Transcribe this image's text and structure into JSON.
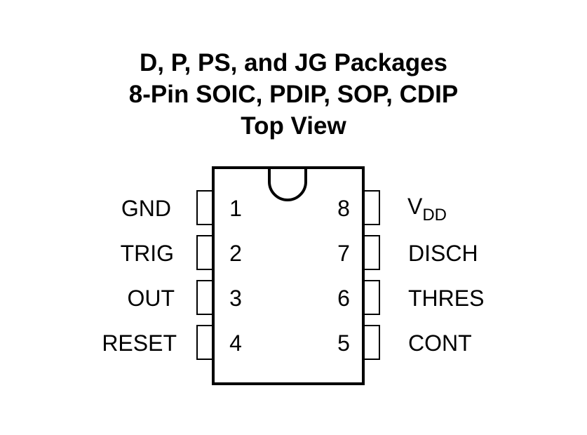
{
  "title": {
    "line1": "D, P, PS, and JG Packages",
    "line2": "8-Pin SOIC, PDIP, SOP, CDIP",
    "line3": "Top View"
  },
  "pins_left": [
    {
      "number": "1",
      "name": "GND"
    },
    {
      "number": "2",
      "name": "TRIG"
    },
    {
      "number": "3",
      "name": "OUT"
    },
    {
      "number": "4",
      "name": "RESET"
    }
  ],
  "pins_right": [
    {
      "number": "8",
      "name": "V",
      "subscript": "DD"
    },
    {
      "number": "7",
      "name": "DISCH"
    },
    {
      "number": "6",
      "name": "THRES"
    },
    {
      "number": "5",
      "name": "CONT"
    }
  ]
}
